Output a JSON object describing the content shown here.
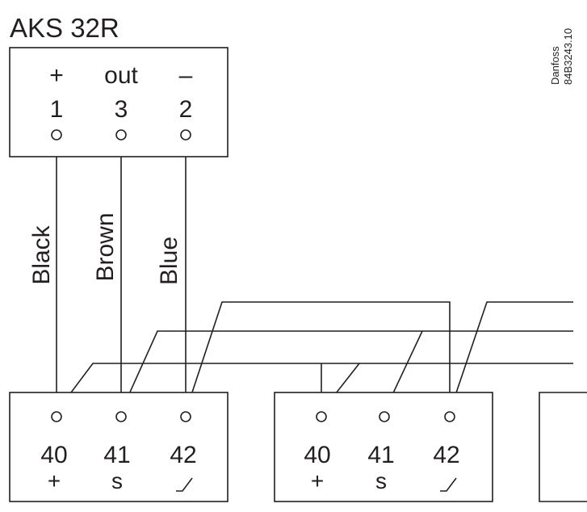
{
  "sensor": {
    "title": "AKS 32R",
    "pins": [
      {
        "sign": "+",
        "num": "1"
      },
      {
        "sign": "out",
        "num": "3"
      },
      {
        "sign": "–",
        "num": "2"
      }
    ]
  },
  "wires": [
    "Black",
    "Brown",
    "Blue"
  ],
  "vendor": {
    "brand": "Danfoss",
    "code": "84B3243.10"
  },
  "controllers": [
    {
      "terminals": [
        {
          "num": "40",
          "sym": "+"
        },
        {
          "num": "41",
          "sym": "s"
        },
        {
          "num": "42",
          "sym": ""
        }
      ]
    },
    {
      "terminals": [
        {
          "num": "40",
          "sym": "+"
        },
        {
          "num": "41",
          "sym": "s"
        },
        {
          "num": "42",
          "sym": ""
        }
      ]
    }
  ]
}
